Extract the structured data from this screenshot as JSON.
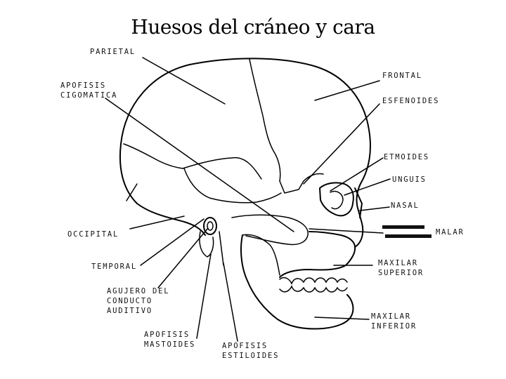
{
  "title": "Huesos del cráneo y cara",
  "labels": {
    "parietal": "PARIETAL",
    "apofisis_cigomatica": "APOFISIS\nCIGOMATICA",
    "frontal": "FRONTAL",
    "esfenoides": "ESFENOIDES",
    "etmoides": "ETMOIDES",
    "unguis": "UNGUIS",
    "nasal": "NASAL",
    "malar": "MALAR",
    "occipital": "OCCIPITAL",
    "temporal": "TEMPORAL",
    "agujero_conducto": "AGUJERO DEL\nCONDUCTO\nAUDITIVO",
    "maxilar_superior": "MAXILAR\nSUPERIOR",
    "maxilar_inferior": "MAXILAR\nINFERIOR",
    "apofisis_mastoides": "APOFISIS\nMASTOIDES",
    "apofisis_estiloides": "APOFISIS\nESTILOIDES"
  }
}
